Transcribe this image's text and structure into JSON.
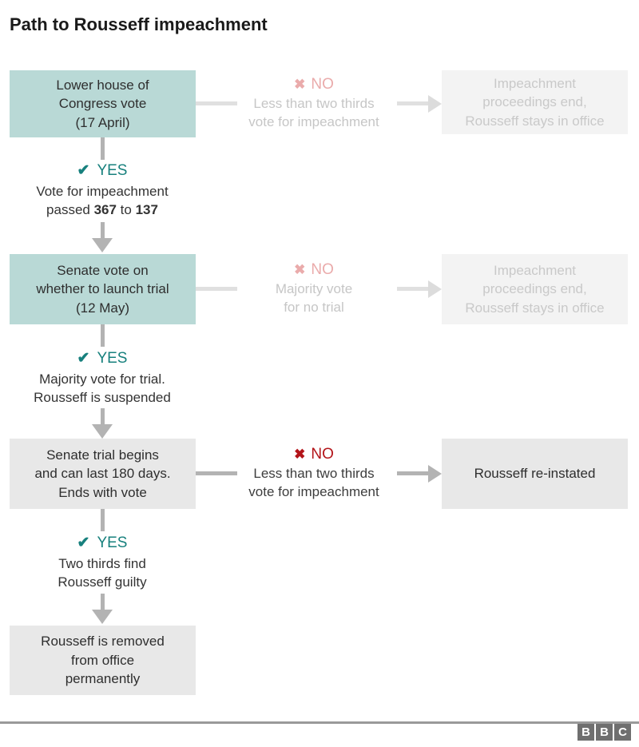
{
  "title": "Path to Rousseff impeachment",
  "icons": {
    "no_x": "✖",
    "yes_check": "✔"
  },
  "colors": {
    "teal_box": "#b9d9d6",
    "grey_box": "#e8e8e8",
    "faded_box": "#f3f3f3",
    "yes_teal": "#17807d",
    "no_red": "#b31419",
    "no_red_faded": "#eaabab",
    "connector_light": "#e0e0e0",
    "connector_dark": "#b3b3b3",
    "bbc_grey": "#6f6f6f"
  },
  "steps": [
    {
      "box": "Lower house of\nCongress vote\n(17 April)",
      "no_label": "NO",
      "no_text": "Less than two thirds\nvote for impeachment",
      "outcome": "Impeachment\nproceedings end,\nRousseff stays in office",
      "yes_label": "YES",
      "yes_text_pre": "Vote for impeachment\npassed ",
      "yes_votes_for": "367",
      "yes_text_mid": " to ",
      "yes_votes_against": "137"
    },
    {
      "box": "Senate vote on\nwhether to launch trial\n(12 May)",
      "no_label": "NO",
      "no_text": "Majority vote\nfor no trial",
      "outcome": "Impeachment\nproceedings end,\nRousseff stays in office",
      "yes_label": "YES",
      "yes_text": "Majority vote for trial.\nRousseff is suspended"
    },
    {
      "box": "Senate trial begins\nand can last 180 days.\nEnds with vote",
      "no_label": "NO",
      "no_text": "Less than two thirds\nvote for impeachment",
      "outcome": "Rousseff re-instated",
      "yes_label": "YES",
      "yes_text": "Two thirds find\nRousseff guilty"
    }
  ],
  "final_box": "Rousseff is removed\nfrom office\npermanently",
  "footer": {
    "logo_letters": [
      "B",
      "B",
      "C"
    ]
  }
}
